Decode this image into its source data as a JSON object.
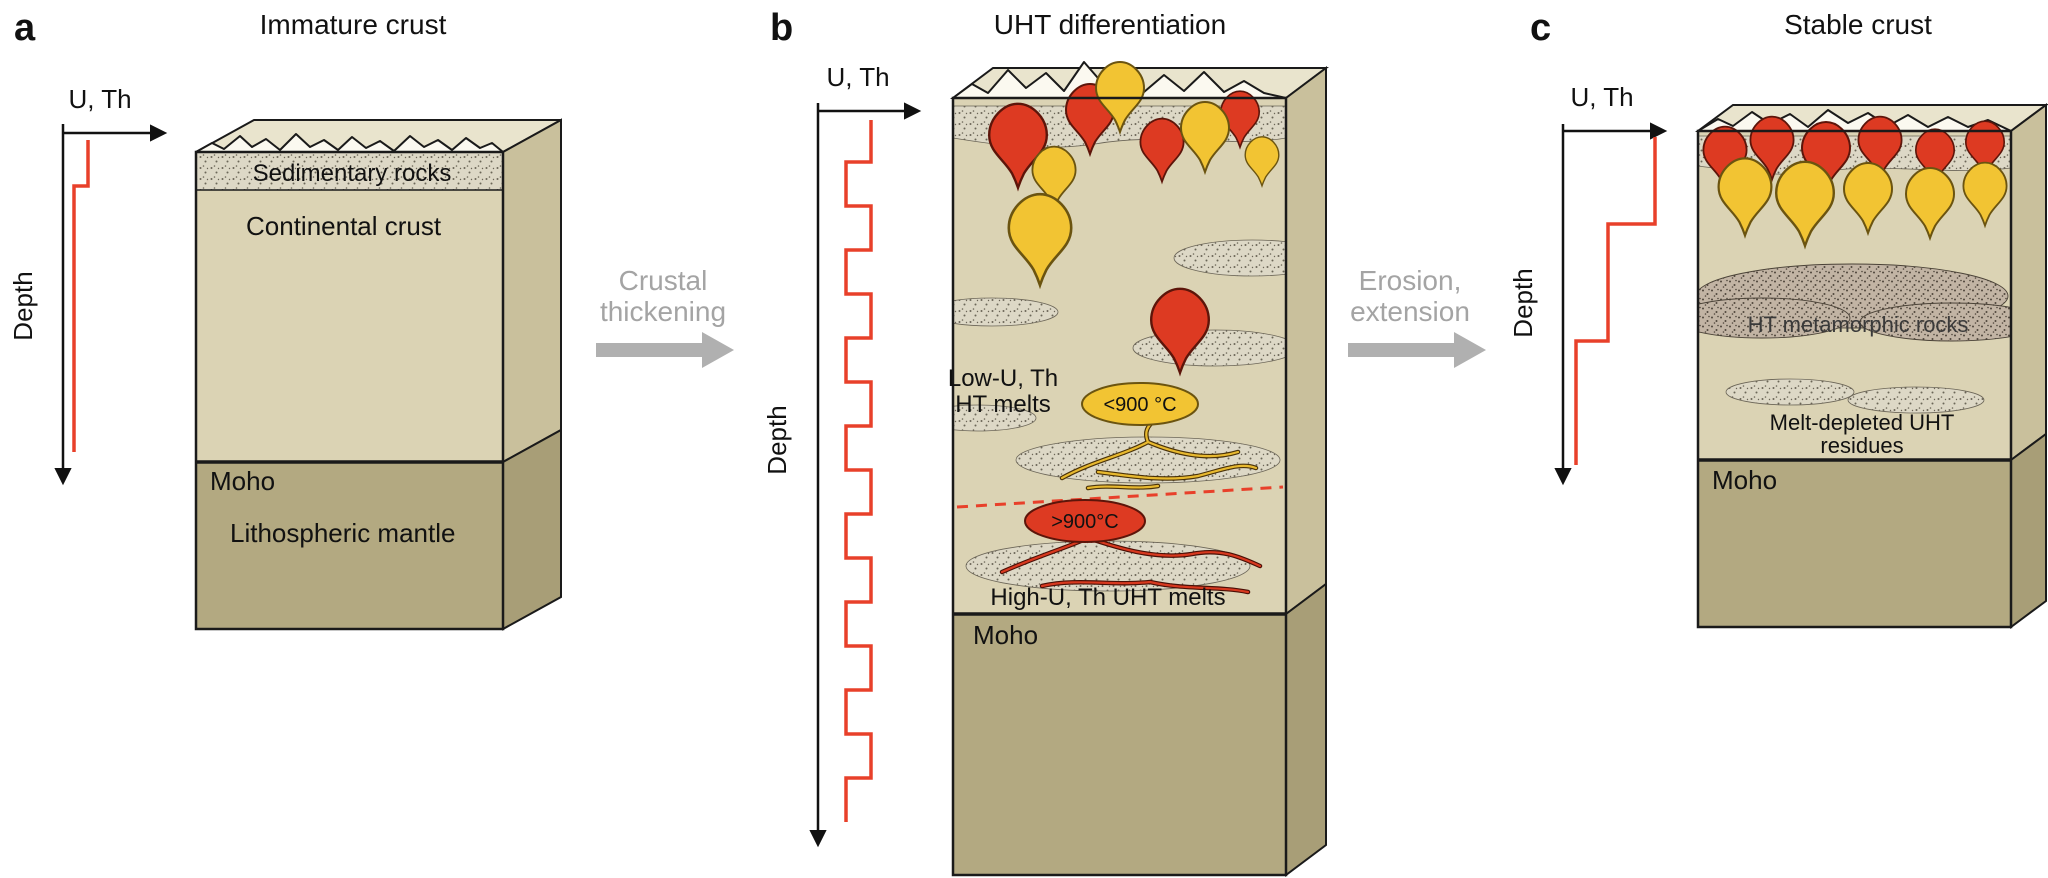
{
  "panel_a": {
    "label": "a",
    "title": "Immature crust",
    "axis_x": "U, Th",
    "axis_y": "Depth",
    "sedimentary": "Sedimentary rocks",
    "crust": "Continental crust",
    "moho": "Moho",
    "mantle": "Lithospheric mantle"
  },
  "transition_ab": {
    "line1": "Crustal",
    "line2": "thickening"
  },
  "transition_bc": {
    "line1": "Erosion,",
    "line2": "extension"
  },
  "panel_b": {
    "label": "b",
    "title": "UHT differentiation",
    "axis_x": "U, Th",
    "axis_y": "Depth",
    "low_melts_line1": "Low-U, Th",
    "low_melts_line2": "HT melts",
    "temp_low": "<900 °C",
    "temp_high": ">900°C",
    "high_melts": "High-U, Th UHT melts",
    "moho": "Moho"
  },
  "panel_c": {
    "label": "c",
    "title": "Stable crust",
    "axis_x": "U, Th",
    "axis_y": "Depth",
    "ht_rocks": "HT metamorphic rocks",
    "residues_line1": "Melt-depleted UHT",
    "residues_line2": "residues",
    "moho": "Moho"
  },
  "colors": {
    "melt_red": "#dd3a22",
    "melt_yellow": "#f2c433",
    "profile_red": "#e8402a",
    "crust_front": "#dbd3b4",
    "crust_side": "#c9c09c",
    "crust_top": "#e9e4cd",
    "mantle_front": "#b2a880",
    "mantle_side": "#a89e77",
    "arrow_gray": "#b0b0b0",
    "label_gray": "#a4a4a4"
  }
}
